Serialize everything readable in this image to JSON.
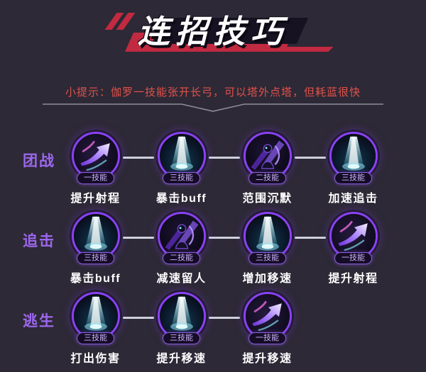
{
  "title": "连招技巧",
  "tip": "小提示：伽罗一技能张开长弓，可以塔外点塔，但耗蓝很快",
  "colors": {
    "background": "#2d2936",
    "title_red": "#c12a40",
    "tip_red": "#e2514a",
    "accent_purple": "#9d67ee",
    "badge_border": "#8d5ce0",
    "circle_ring": "#8a41f2",
    "connector": "#ccd0da"
  },
  "rows": [
    {
      "label": "团战",
      "skills": [
        {
          "badge": "一技能",
          "name": "提升射程",
          "icon": "arrow-skill-icon"
        },
        {
          "badge": "三技能",
          "name": "暴击buff",
          "icon": "beam-skill-icon"
        },
        {
          "badge": "二技能",
          "name": "范围沉默",
          "icon": "hero-skill-icon"
        },
        {
          "badge": "三技能",
          "name": "加速追击",
          "icon": "beam-skill-icon"
        }
      ]
    },
    {
      "label": "追击",
      "skills": [
        {
          "badge": "三技能",
          "name": "暴击buff",
          "icon": "beam-skill-icon"
        },
        {
          "badge": "二技能",
          "name": "减速留人",
          "icon": "hero-skill-icon"
        },
        {
          "badge": "三技能",
          "name": "增加移速",
          "icon": "beam-skill-icon"
        },
        {
          "badge": "一技能",
          "name": "提升射程",
          "icon": "arrow-skill-icon"
        }
      ]
    },
    {
      "label": "逃生",
      "skills": [
        {
          "badge": "三技能",
          "name": "打出伤害",
          "icon": "beam-skill-icon"
        },
        {
          "badge": "三技能",
          "name": "提升移速",
          "icon": "beam-skill-icon"
        },
        {
          "badge": "一技能",
          "name": "提升移速",
          "icon": "arrow-skill-icon"
        }
      ]
    }
  ]
}
